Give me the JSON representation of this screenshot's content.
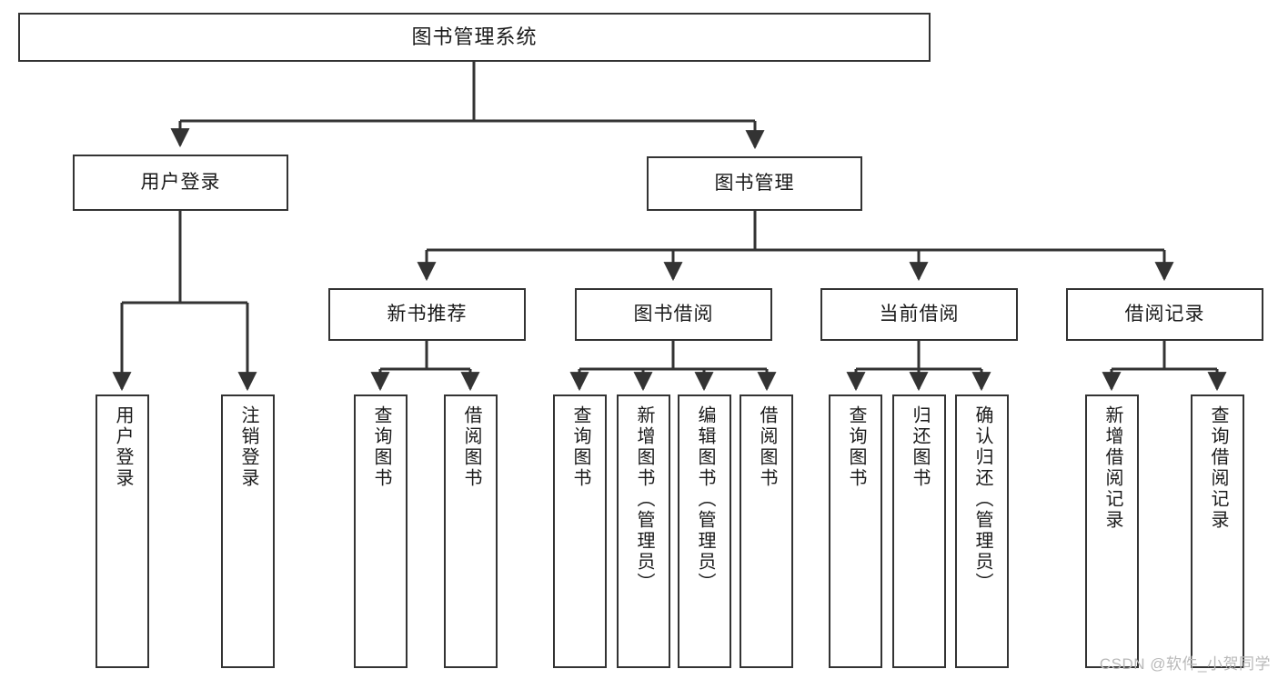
{
  "diagram": {
    "title": "图书管理系统",
    "type": "tree-hierarchy-diagram",
    "root": {
      "label": "图书管理系统"
    },
    "level2": [
      {
        "label": "用户登录"
      },
      {
        "label": "图书管理"
      }
    ],
    "level3": [
      {
        "label": "新书推荐"
      },
      {
        "label": "图书借阅"
      },
      {
        "label": "当前借阅"
      },
      {
        "label": "借阅记录"
      }
    ],
    "leaves": {
      "user_login": [
        {
          "label": "用户登录"
        },
        {
          "label": "注销登录"
        }
      ],
      "new_book_recommend": [
        {
          "label": "查询图书"
        },
        {
          "label": "借阅图书"
        }
      ],
      "book_borrow": [
        {
          "label": "查询图书"
        },
        {
          "label": "新增图书（管理员）"
        },
        {
          "label": "编辑图书（管理员）"
        },
        {
          "label": "借阅图书"
        }
      ],
      "current_borrow": [
        {
          "label": "查询图书"
        },
        {
          "label": "归还图书"
        },
        {
          "label": "确认归还（管理员）"
        }
      ],
      "borrow_record": [
        {
          "label": "新增借阅记录"
        },
        {
          "label": "查询借阅记录"
        }
      ]
    }
  },
  "watermark": {
    "text": "CSDN @软件_小贺同学"
  },
  "colors": {
    "border": "#333333",
    "background": "#ffffff",
    "text": "#1a1a1a",
    "watermark": "#b9b9b9"
  }
}
